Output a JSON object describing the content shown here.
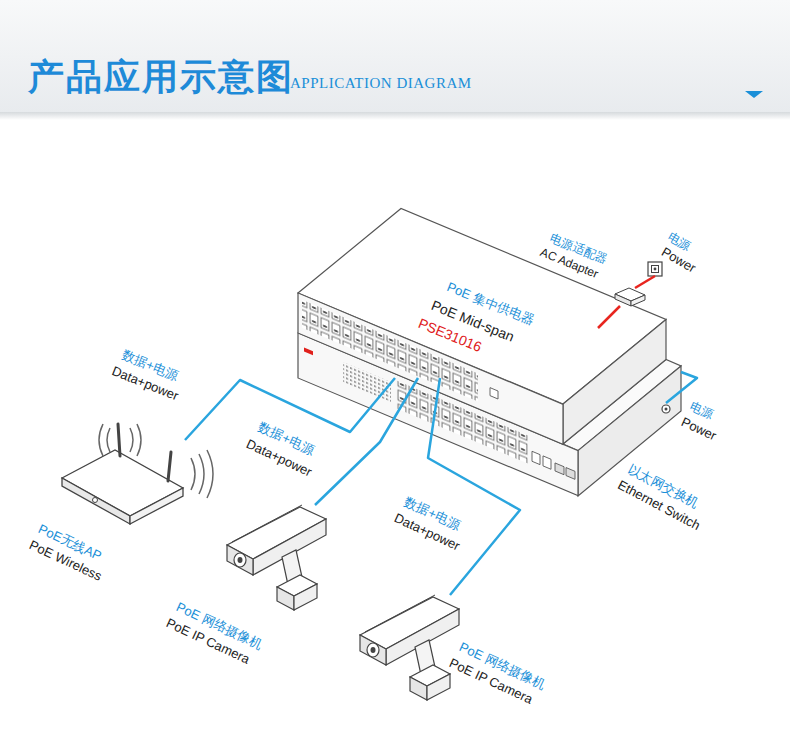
{
  "diagram": {
    "title": "产品应用示意图",
    "nodes": [
      {
        "text": [
          "PoE 集中供电器",
          "PoE Mid-span",
          "PSE31016"
        ]
      },
      {
        "text": [
          "以太网交换机",
          "Ethernet Switch"
        ]
      },
      {
        "text": [
          "电源适配器",
          "AC Adapter"
        ]
      },
      {
        "text": [
          "电源",
          "Power"
        ]
      },
      {
        "text": [
          "电源",
          "Power"
        ]
      },
      {
        "text": [
          "PoE无线AP",
          "PoE Wireless"
        ]
      },
      {
        "text": [
          "PoE 网络摄像机",
          "PoE IP Camera"
        ]
      },
      {
        "text": [
          "PoE 网络摄像机",
          "PoE IP Camera"
        ]
      }
    ],
    "edges": [
      {
        "from": 0,
        "to": 5,
        "arrow": "none"
      },
      {
        "from": 0,
        "to": 6,
        "arrow": "none"
      },
      {
        "from": 0,
        "to": 7,
        "arrow": "none"
      },
      {
        "from": 3,
        "to": 2,
        "arrow": "none"
      },
      {
        "from": 2,
        "to": 0,
        "arrow": "none"
      },
      {
        "from": 1,
        "to": 4,
        "arrow": "none"
      }
    ],
    "labels": [
      "APPLICATION DIAGRAM",
      "数据+电源",
      "Data+power",
      "数据+电源",
      "Data+power",
      "数据+电源",
      "Data+power"
    ]
  }
}
